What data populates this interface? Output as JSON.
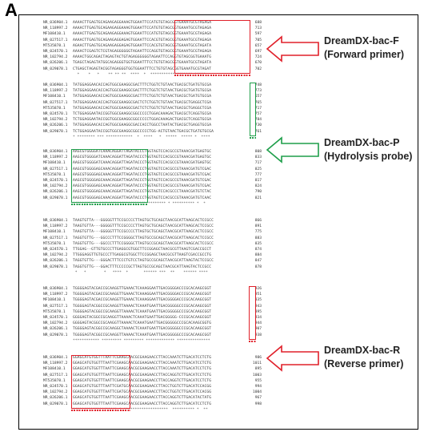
{
  "panel": "A",
  "colors": {
    "primer": "#e0202a",
    "probe": "#1e9e4a"
  },
  "labels": {
    "forward_name": "DreamDX-bac-F",
    "forward_desc": "(Forward primer)",
    "probe_name": "DreamDX-bac-P",
    "probe_desc": "(Hydrolysis probe)",
    "reverse_name": "DreamDX-bac-R",
    "reverse_desc": "(Reverse primer)"
  },
  "blocks": [
    {
      "rows": [
        {
          "acc": "NR_036904.1",
          "seq": "AAAACTTGAGTGCAGAAGAGGAAAGTGGAATTCCATGTGTAGCGGTGAAATGCGTAGAGA",
          "num": "688"
        },
        {
          "acc": "NR_118997.2",
          "seq": "AAAACTTGAGTGCAGAAGAGGAAAGTGGAATTCCATGTGTAGCGGTGAAATGCGTAGAGA",
          "num": "713"
        },
        {
          "acc": "MF108410.1",
          "seq": "AAAACTTGAGTGCAGAAGAGGAAAGTGGAATTCCATGTGTAGCGGTGAAATGCGTAGAGA",
          "num": "597"
        },
        {
          "acc": "NR_027517.1",
          "seq": "AAAACTTGAGTGCAGAAGAGGAGAGTGGAATTCCACGTGTAGCGGTGAAATGCGTAGAGA",
          "num": "705"
        },
        {
          "acc": "MT535878.1",
          "seq": "AGAACTTGAGTGCAGAAGAGGAGAGTGGAATTCCACGTGTAGCGGTGAAATGCGTAGATA",
          "num": "657"
        },
        {
          "acc": "NR_024570.1",
          "seq": "AAAACTCGAGTCTCGTAGAGGGGGGTAGAATTCCAGGTGTAGCGGTGAAATGCGTAGAGA",
          "num": "697"
        },
        {
          "acc": "NR_102794.2",
          "seq": "AAAACTGGCAGACTAGAGTACTGTAGAGGGGGGTAGAATTCCAGGTGTAGCGGTGAAATG",
          "num": "724"
        },
        {
          "acc": "NR_026206.1",
          "seq": "TGAGCTAGAGTATGGCAGAGGGTGGTGGAATTTCCTGTGTAGCGGTGAAATGCGTAGATA",
          "num": "670"
        },
        {
          "acc": "NR_029078.1",
          "seq": "CTGAGCTAGAGTACGGTAGAGGGTGGTGGAATTTCCTGTGTAGCGGTGAAATGCGTAGAT",
          "num": "702"
        }
      ],
      "consensus": "  *    *   *    ** ** **  ****  *  ******************* *****"
    },
    {
      "rows": [
        {
          "acc": "NR_036904.1",
          "seq": "TATGGAGGAACACCAGTGGCGAAGGCGACTTTCTGGTCTGTAACTGACGCTGATGTGCGA",
          "num": "748"
        },
        {
          "acc": "NR_118997.2",
          "seq": "TATGGAGGAACACCAGTGGCGAAGGCGACTTTCTGGTCTGTAACTGACGCTGATGTGCGA",
          "num": "773"
        },
        {
          "acc": "MF108410.1",
          "seq": "TATGGAGGAACACCAGTGGCGAAGGCGACTTTCTGGTCTGTAACTGACGCTGATGTGCGA",
          "num": "657"
        },
        {
          "acc": "NR_027517.1",
          "seq": "TATGGAGGAACACCAGTGGCGAAGGCGACTCTCTGGTCTGTAACTGACGCTGAGGCTCGA",
          "num": "765"
        },
        {
          "acc": "MT535878.1",
          "seq": "TATGGAGGAACACCAGTGGCGAAGGCGACTCTCTGGTCTGTAACTGACGCTGAGGCTCGA",
          "num": "717"
        },
        {
          "acc": "NR_024570.1",
          "seq": "TCTGGAGGAATACCGGTGGCGAAGGCGGCCCCCTGGACAAAGACTGACGCTCAGGTGCGA",
          "num": "757"
        },
        {
          "acc": "NR_102794.2",
          "seq": "TCTGGAGGAATACCGGTGGCGAAGGCGGCCCCCTGGACAAAGACTGACGCTCAGGTGCGA",
          "num": "784"
        },
        {
          "acc": "NR_026206.1",
          "seq": "TATGGAGGAACACCAGTGGCGAAGGCGACCACCTGGCCTAATACTGACGCTGAGGTGCGA",
          "num": "730"
        },
        {
          "acc": "NR_029078.1",
          "seq": "TCTGGAGGAATACCGGTGGCGAAGGCGGCCCCCTGG-ACTGTAACTGACGCTGATGTGCGA",
          "num": "761"
        }
      ],
      "consensus": "* ******** *** ************  *  ****   *  *****  ***** *  ****"
    },
    {
      "rows": [
        {
          "acc": "NR_036904.1",
          "seq": "AAGCGTGGGGATCAAACAGGATTAGATACCCTGGTAGTCCACGCCGTAAACGATGAGTGC",
          "num": "808"
        },
        {
          "acc": "NR_118997.2",
          "seq": "AAGCGTGGGGATCAAACAGGATTAGATACCCTGGTAGTCCACGCCGTAAACGATGAGTGC",
          "num": "833"
        },
        {
          "acc": "MF108410.1",
          "seq": "AAGCGTGGGGATCAAACAGGATTAGATACCCTGGTAGTCCACGCCGTAAACGATGAGTGC",
          "num": "717"
        },
        {
          "acc": "NR_027517.1",
          "seq": "AAGCGTGGGGAGCAAACAGGATTAGATACCCTGGTAGTCCACGCCGTAAACGATGTCGAC",
          "num": "825"
        },
        {
          "acc": "MT535878.1",
          "seq": "AAGCGTGGGGAGCAAACAGGATTAGATACCCTGGTAGTCCACGCCGTAAACGATGTCGAC",
          "num": "777"
        },
        {
          "acc": "NR_024570.1",
          "seq": "AAGCGTGGGGAGCAAACAGGATTAGATACCCTGGTAGTCCACGCCGTAAACGATGTCGAC",
          "num": "817"
        },
        {
          "acc": "NR_102794.2",
          "seq": "AAGCGTGGGGAGCAAACAGGATTAGATACCCTGGTAGTCCACGCCGTAAACGATGTCGAC",
          "num": "824"
        },
        {
          "acc": "NR_026206.1",
          "seq": "AAGCGTGGGGAGCAAACAGGATTAGATACCCTGGTAGTCCACGCCCTAAACGATGTCTAC",
          "num": "790"
        },
        {
          "acc": "NR_029078.1",
          "seq": "AAGCGTGGGGAGCAAACAGGATTAGATACCCTGGTAGTCCACGCCGTAAACGATGTCAAC",
          "num": "821"
        }
      ],
      "consensus": "*********** ****************************** * ********** *  *"
    },
    {
      "rows": [
        {
          "acc": "NR_036904.1",
          "seq": "TAAGTGTTA---GGGGGTTTCCGCCCCTTAGTGCTGCAGCTAACGCATTAAGCACTCCGCC",
          "num": "866"
        },
        {
          "acc": "NR_118997.2",
          "seq": "TAAGTGTTA---GGGGGTTTCCGCCCCTTAGTGCTGCAGCTAACGCATTAAGCACTCCGCC",
          "num": "891"
        },
        {
          "acc": "MF108410.1",
          "seq": "TAAGTGTTA---GGGGGTTTCCGCCCCTTAGTGCTGCAGCTAACGCATTAAGCACTCCGCC",
          "num": "775"
        },
        {
          "acc": "NR_027517.1",
          "seq": "TAGGTGTTG---GGCCCTTTCCGGGGCTTAGTGCCGCAGCTAACGCATTAAGCACTCCGCC",
          "num": "883"
        },
        {
          "acc": "MT535878.1",
          "seq": "TAGGTGTTG---GGCCCTTTCCGGGGCTTAGTGCCGCAGCTAACGCATTAAGCACTCCGCC",
          "num": "835"
        },
        {
          "acc": "NR_024570.1",
          "seq": "TTGGAG--GTTGTGCCCTTGAGGCGTGGCTTCCGGAGCTAACGCGTTAAGTCGACCGCCT",
          "num": "874"
        },
        {
          "acc": "NR_102794.2",
          "seq": "TTGGGAGGTTGTGCCCTTGAGGCGTGGCTTCCGGAGCTAACGCGTTAAGTCGACCGCCTG",
          "num": "884"
        },
        {
          "acc": "NR_026206.1",
          "seq": "TAGGTGTTG---GGGACTTTCCCTGTCCTAGTGCCGCAGCTAACGCATTAAGTACTCCGCC",
          "num": "847"
        },
        {
          "acc": "NR_029078.1",
          "seq": "TAGGTGTTG---GGACTTTCCCCCGCTTAGTGCCGCAGCTAACGCATTAAGTACTCCGCC",
          "num": "878"
        }
      ],
      "consensus": " *   *        *   ****  *       ****** ***  **    ****** ****"
    },
    {
      "rows": [
        {
          "acc": "NR_036904.1",
          "seq": "TGGGGAGTACGACCGCAAGGTTGAAACTCAAAGGAATTGACGGGGACCCGCACAAGCGGT",
          "num": "926"
        },
        {
          "acc": "NR_118997.2",
          "seq": "TGGGGAGTACGACCGCAAGGTTGAAACTCAAAGGAATTGACGGGGACCCGCACAAGCGGT",
          "num": "951"
        },
        {
          "acc": "MF108410.1",
          "seq": "TGGGGAGTACGACCGCAAGGTTGAAACTCAAAGGAATTGACGGGGACCCGCACAAGCGGT",
          "num": "835"
        },
        {
          "acc": "NR_027517.1",
          "seq": "TGGGGAGTACGGCCGCAAGGTTAAAACTCAAATGAATTGACGGGGGCCCGCACAAGCGGT",
          "num": "943"
        },
        {
          "acc": "MT535878.1",
          "seq": "TGGGGAGTACGGCCGCAAGGTTAAAACTCAAATGAATTGACGGGGGCCCGCACAAGCGGT",
          "num": "895"
        },
        {
          "acc": "NR_024570.1",
          "seq": "GGGGAGTACGGCCGCAAGGTTAAAACTCAAATGAATTGACGGGGG-CCCGCACAAGCGGT",
          "num": "934"
        },
        {
          "acc": "NR_102794.2",
          "seq": "GGGGAGTACGGCCGCAAGGTTAAAACTCAAATGAATTGACGGGGGCCCGCACAAGCGGTG",
          "num": "944"
        },
        {
          "acc": "NR_026206.1",
          "seq": "TGGGGAGTACGGCCGCAAGGCTAAAACTCAAATGAATTGACGGGGGCCCGCACAAGCGGT",
          "num": "907"
        },
        {
          "acc": "NR_029078.1",
          "seq": "TGGGGAGTACGGCCGCAAGGTTAAAACTCAAATGAATTGACGGGGGCCCGCACAAGCGGT",
          "num": "938"
        }
      ],
      "consensus": "************ ********* ********* ************* ***************"
    },
    {
      "rows": [
        {
          "acc": "NR_036904.1",
          "seq": "GGAGCATGTGGTTTAATTCGAAGCAACGCGAAGAACCTTACCAAATCTTGACATCCTCTG",
          "num": "986"
        },
        {
          "acc": "NR_118997.2",
          "seq": "GGAGCATGTGGTTTAATTCGAAGCAACGCGAAGAACCTTACCAAATCTTGACATCCTCTG",
          "num": "1011"
        },
        {
          "acc": "MF108410.1",
          "seq": "GGAGCATGTGGTTTAATTCGAAGCAACGCGAAGAACCTTACCAAATCTTGACATCCTCTG",
          "num": "895"
        },
        {
          "acc": "NR_027517.1",
          "seq": "GGAGCATGTGGTTTAATTCGAAGCAACGCGAAGAACCTTACCAGGTCTTGACATCCTCTG",
          "num": "1003"
        },
        {
          "acc": "MT535878.1",
          "seq": "GGAGCATGTGGTTTAATTCGAAGCAACGCGAAGAACCTTACCAGGTCTTGACATCCTCTG",
          "num": "955"
        },
        {
          "acc": "NR_024570.1",
          "seq": "GGAGCATGTGGTTTAATTCGATGCAACGCGAAGAACCTTACCTGGTCTTGACATCCACGG",
          "num": "994"
        },
        {
          "acc": "NR_102794.2",
          "seq": "GGAGCATGTGGTTTAATTCGATGCAACGCGAAGAACCTTACCTGGTCTTGACATCCACGG",
          "num": "1004"
        },
        {
          "acc": "NR_026206.1",
          "seq": "GGAGCATGTGGTTTAATTCGAAGCAACGCGAAGAACCTTACCAGGTCTTGACATACTATG",
          "num": "967"
        },
        {
          "acc": "NR_029078.1",
          "seq": "GGAGCATGTGGTTTAATTCGAAGCAACGCGAAGAACCTTACCAGGTCTTGACATCCTCTG",
          "num": "998"
        }
      ],
      "consensus": "******************** * ********************  ********** *  **"
    }
  ]
}
